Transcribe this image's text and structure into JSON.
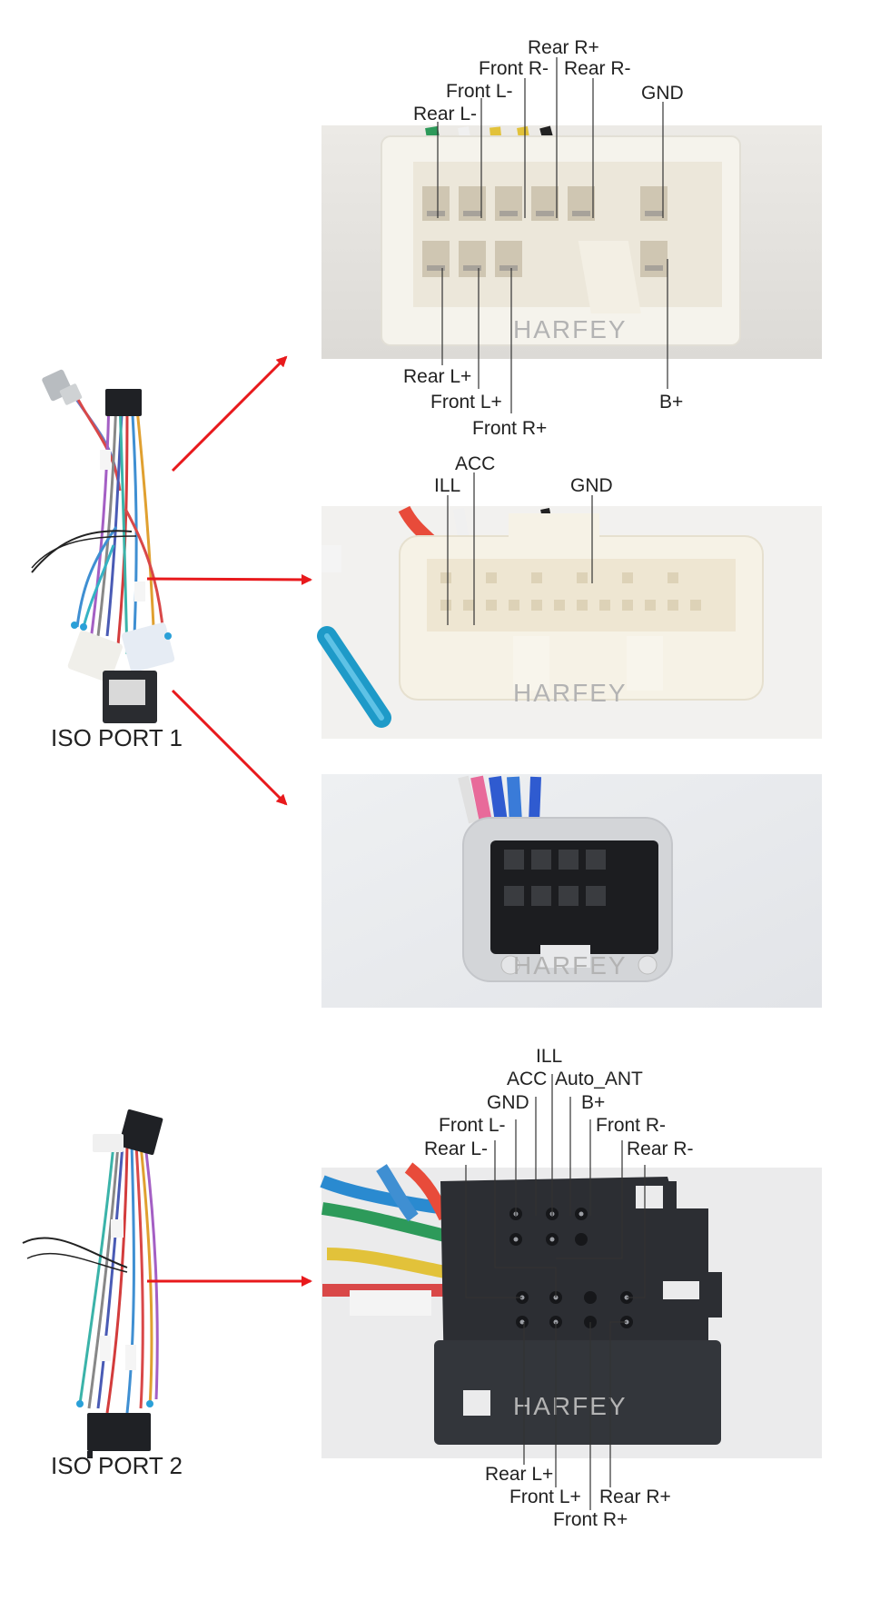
{
  "watermark": "HARFEY",
  "ports": {
    "port1": "ISO PORT 1",
    "port2": "ISO PORT 2"
  },
  "connector1": {
    "top_labels": [
      "Rear R+",
      "Front R-",
      "Rear R-",
      "Front L-",
      "GND",
      "Rear L-"
    ],
    "bottom_labels": [
      "Rear L+",
      "Front L+",
      "Front R+",
      "B+"
    ]
  },
  "connector2": {
    "labels": [
      "ACC",
      "ILL",
      "GND"
    ]
  },
  "connector4": {
    "top_labels": [
      "ILL",
      "ACC",
      "Auto_ANT",
      "GND",
      "B+",
      "Front L-",
      "Front R-",
      "Rear L-",
      "Rear R-"
    ],
    "bottom_labels": [
      "Rear L+",
      "Front L+",
      "Rear R+",
      "Front R+"
    ]
  },
  "colors": {
    "arrow": "#e8191c",
    "connector_white": "#f2efe6",
    "connector_black": "#2a2c30",
    "leader": "#333333"
  }
}
